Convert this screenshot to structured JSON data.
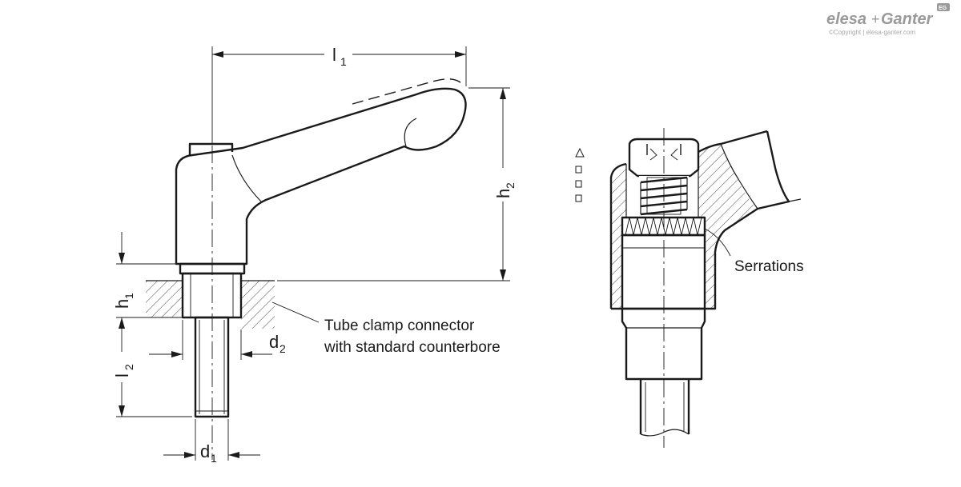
{
  "brand": {
    "name_left": "elesa",
    "name_plus": "+",
    "name_right": "Ganter",
    "badge": "EG",
    "copyright": "©Copyright | elesa-ganter.com"
  },
  "dimensions": {
    "l1": {
      "main": "l",
      "sub": "1"
    },
    "h2": {
      "main": "h",
      "sub": "2"
    },
    "h1": {
      "main": "h",
      "sub": "1"
    },
    "l2": {
      "main": "l",
      "sub": "2"
    },
    "d1": {
      "main": "d",
      "sub": "1"
    },
    "d2": {
      "main": "d",
      "sub": "2"
    }
  },
  "annotations": {
    "tube_clamp_line1": "Tube clamp connector",
    "tube_clamp_line2": "with standard counterbore",
    "serrations": "Serrations"
  },
  "colors": {
    "line": "#1a1a1a",
    "background": "#ffffff",
    "brand_grey": "#9a9a9a"
  }
}
